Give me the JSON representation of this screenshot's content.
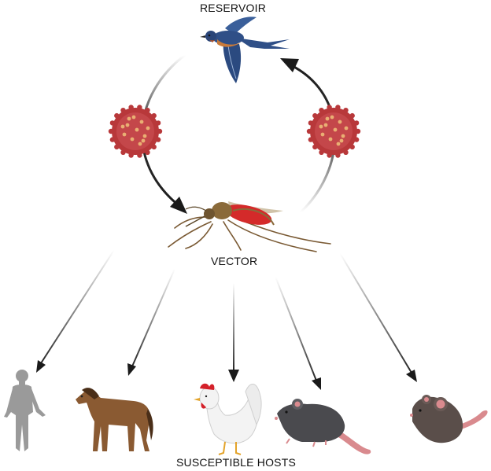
{
  "labels": {
    "reservoir": "RESERVOIR",
    "vector": "VECTOR",
    "hosts": "SUSCEPTIBLE HOSTS"
  },
  "icons": [
    "bird-icon",
    "virus-icon",
    "mosquito-icon",
    "human-icon",
    "horse-icon",
    "chicken-icon",
    "rat-icon",
    "mouse-icon"
  ],
  "colors": {
    "arrow": "#1a1a1a",
    "virus": "#b8383a",
    "virus_spot": "#f0c27a",
    "bird_back": "#2f4f87",
    "bird_breast": "#c97a3a",
    "mosquito_body": "#8a6a3a",
    "mosquito_blood": "#d42a2a",
    "human": "#9a9a9a",
    "horse": "#8a5a32",
    "chicken": "#f3f3f3",
    "comb": "#d4212a",
    "rat": "#4a4a4e",
    "mouse": "#5a4e4a",
    "tail": "#d98a8e"
  }
}
